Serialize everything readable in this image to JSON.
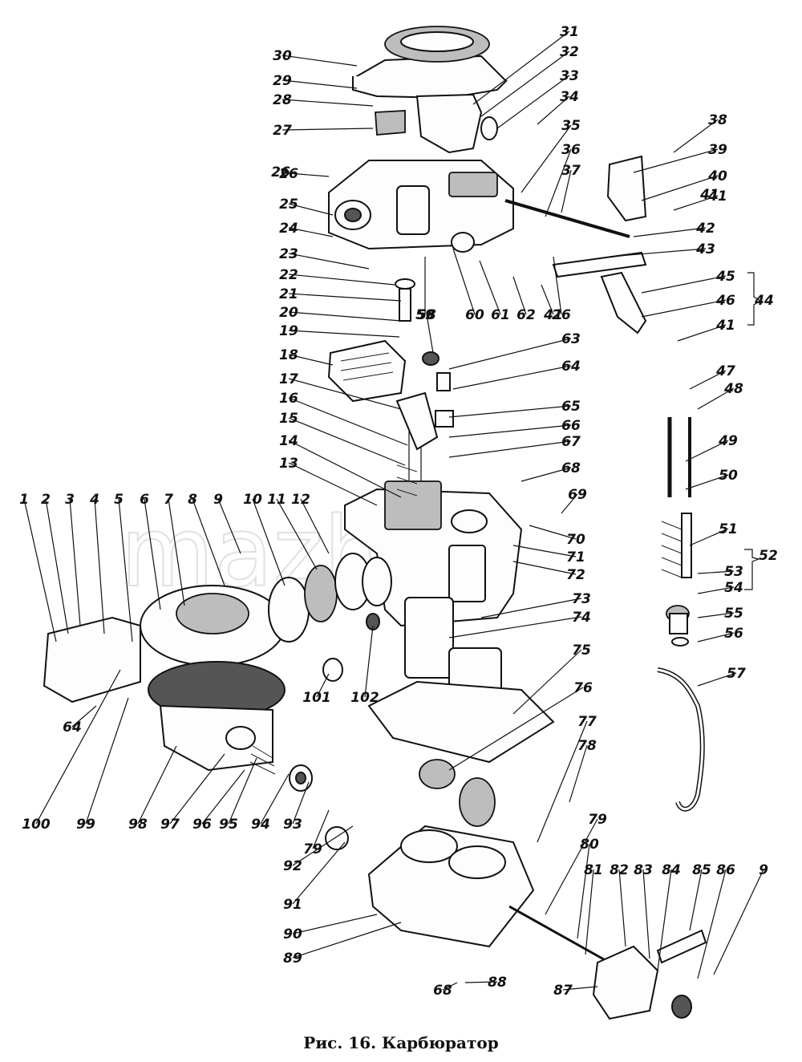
{
  "caption": "Рис. 16. Карбюратор",
  "watermark": "mazby",
  "labels": [
    "1",
    "2",
    "3",
    "4",
    "5",
    "6",
    "7",
    "8",
    "9",
    "10",
    "11",
    "12",
    "13",
    "14",
    "15",
    "16",
    "17",
    "18",
    "19",
    "20",
    "21",
    "22",
    "23",
    "24",
    "25",
    "26",
    "27",
    "28",
    "29",
    "30",
    "31",
    "32",
    "33",
    "34",
    "35",
    "36",
    "37",
    "38",
    "39",
    "40",
    "41",
    "42",
    "43",
    "44",
    "45",
    "46",
    "47",
    "48",
    "49",
    "50",
    "51",
    "52",
    "53",
    "54",
    "55",
    "56",
    "57",
    "58",
    "59",
    "60",
    "61",
    "62",
    "63",
    "64",
    "65",
    "66",
    "67",
    "68",
    "69",
    "70",
    "71",
    "72",
    "73",
    "74",
    "75",
    "76",
    "77",
    "78",
    "79",
    "80",
    "81",
    "82",
    "83",
    "84",
    "85",
    "86",
    "87",
    "88",
    "89",
    "90",
    "91",
    "92",
    "93",
    "94",
    "95",
    "96",
    "97",
    "98",
    "99",
    "100",
    "101",
    "102"
  ],
  "extra_labels": [
    "26",
    "26",
    "41",
    "41",
    "41",
    "64",
    "68",
    "9",
    "79"
  ],
  "colors": {
    "ink": "#111111",
    "paper": "#ffffff",
    "watermark": "#c8c8c8"
  }
}
